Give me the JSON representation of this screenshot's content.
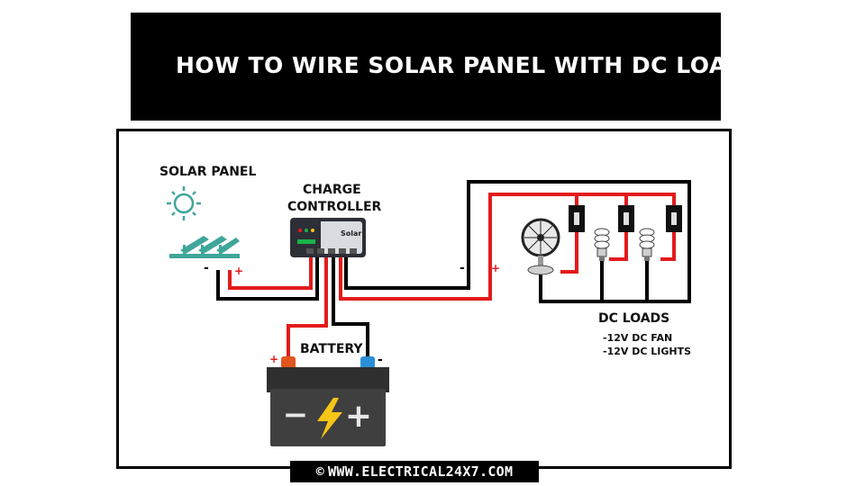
{
  "title": "HOW TO WIRE SOLAR PANEL WITH DC LOADS",
  "labels": {
    "solar_panel": "SOLAR PANEL",
    "charge_line1": "CHARGE",
    "charge_line2": "CONTROLLER",
    "controller_brand": "Solar",
    "battery": "BATTERY",
    "dc_loads": "DC LOADS",
    "load_fan": "-12V DC FAN",
    "load_lights": "-12V DC LIGHTS"
  },
  "terminals": {
    "panel_neg": "-",
    "panel_pos": "+",
    "load_neg": "-",
    "load_pos": "+",
    "battery_pos": "+",
    "battery_neg": "-"
  },
  "battery_face": {
    "minus": "−",
    "plus": "+"
  },
  "footer": {
    "copyright": "©",
    "url": "WWW.ELECTRICAL24X7.COM"
  },
  "colors": {
    "positive_wire": "#e31b1b",
    "negative_wire": "#000000",
    "panel": "#3fa69a",
    "battery_body": "#3a3a3a",
    "bolt": "#f5c518",
    "battery_pos_terminal": "#e2551f",
    "battery_neg_terminal": "#2a8fd6"
  }
}
